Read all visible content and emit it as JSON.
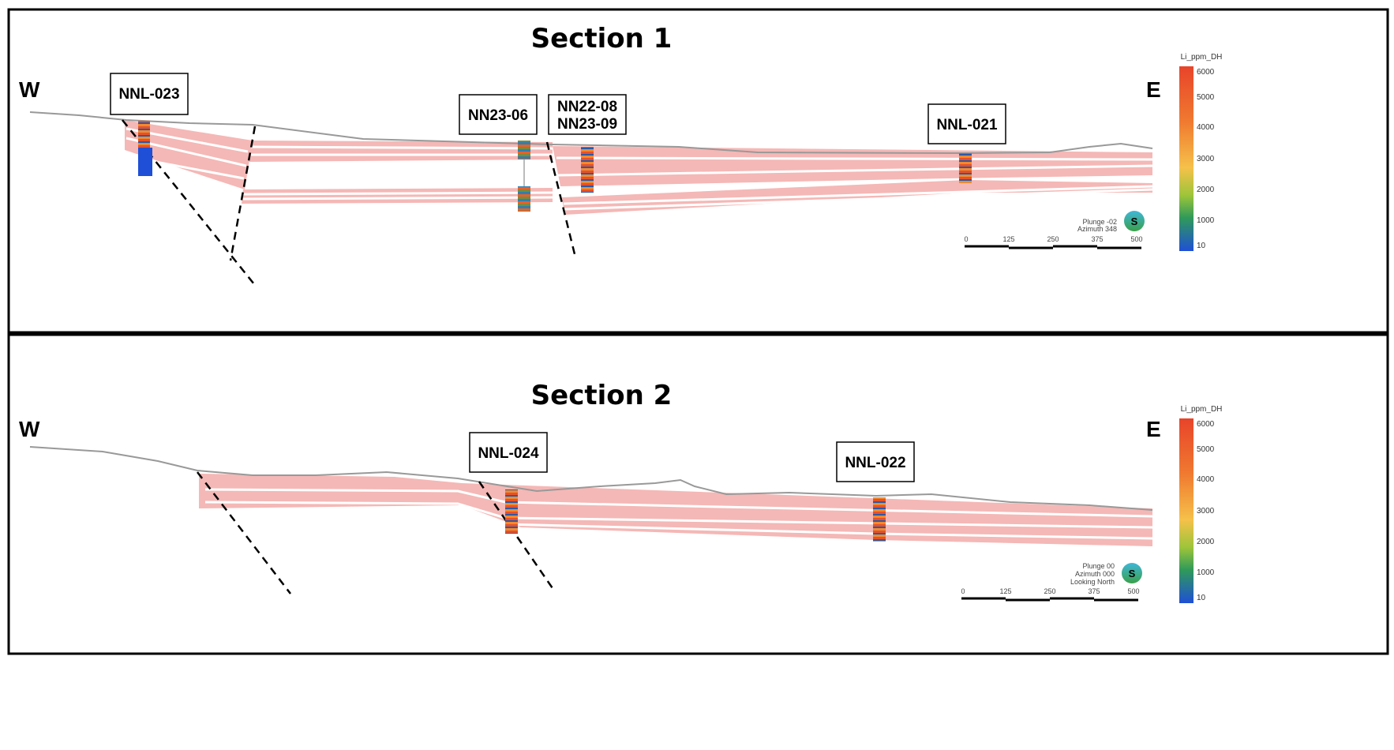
{
  "sections": [
    {
      "title": "Section 1",
      "west": "W",
      "east": "E",
      "drillholes": [
        {
          "label": "NNL-023"
        },
        {
          "label": "NN23-06"
        },
        {
          "label": "NN22-08",
          "label2": "NN23-09"
        },
        {
          "label": "NNL-021"
        }
      ],
      "orientation": {
        "line1": "Plunge -02",
        "line2": "Azimuth 348",
        "line3": ""
      },
      "compass": "S",
      "scale": [
        "0",
        "125",
        "250",
        "375",
        "500"
      ],
      "legend": {
        "title": "Li_ppm_DH",
        "ticks": [
          "6000",
          "5000",
          "4000",
          "3000",
          "2000",
          "1000",
          "10"
        ]
      }
    },
    {
      "title": "Section 2",
      "west": "W",
      "east": "E",
      "drillholes": [
        {
          "label": "NNL-024"
        },
        {
          "label": "NNL-022"
        }
      ],
      "orientation": {
        "line1": "Plunge 00",
        "line2": "Azimuth 000",
        "line3": "Looking North"
      },
      "compass": "S",
      "scale": [
        "0",
        "125",
        "250",
        "375",
        "500"
      ],
      "legend": {
        "title": "Li_ppm_DH",
        "ticks": [
          "6000",
          "5000",
          "4000",
          "3000",
          "2000",
          "1000",
          "10"
        ]
      }
    }
  ],
  "colors": {
    "pegmatite": "#f4b8b6",
    "topography": "#999999",
    "fault": "#000000",
    "ramp_high": "#e8442a",
    "ramp_mid": "#f5c14a",
    "ramp_low": "#1f4fd6"
  }
}
